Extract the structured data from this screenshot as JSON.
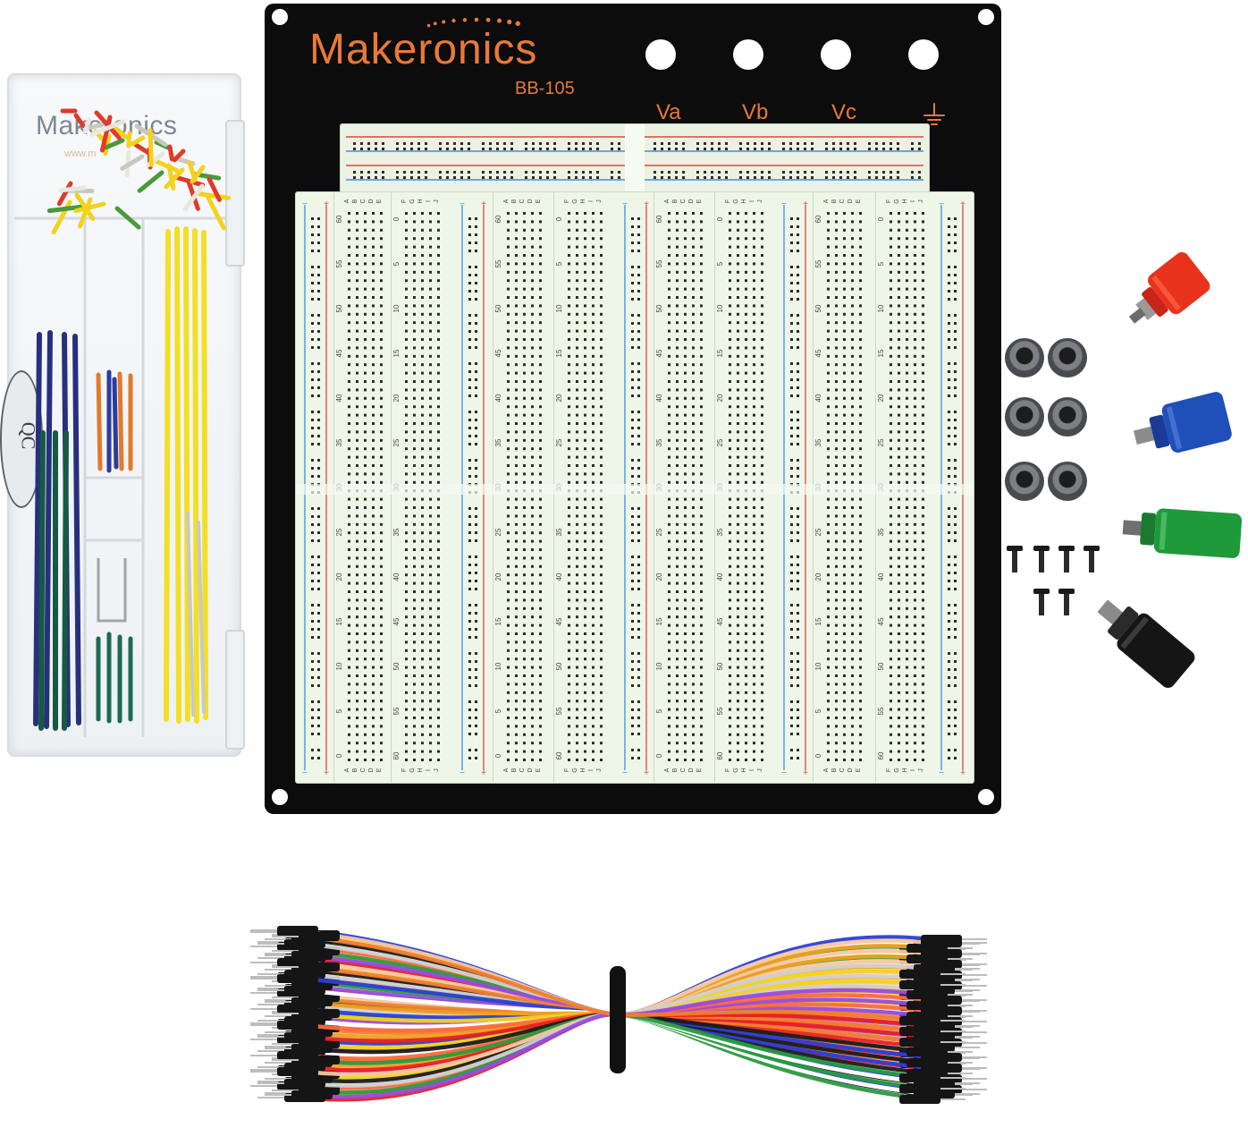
{
  "wire_box": {
    "brand": "Makeronics",
    "url": "www.m",
    "hinge_text": "QC"
  },
  "breadboard": {
    "brand": "Makeronics",
    "model": "BB-105",
    "posts": [
      "Va",
      "Vb",
      "Vc"
    ],
    "ground_icon": "ground-symbol-icon",
    "rail_signs": {
      "minus": "−",
      "plus": "+"
    },
    "strip_numbers_up": [
      "60",
      "55",
      "50",
      "45",
      "40",
      "35",
      "30",
      "25",
      "20",
      "15",
      "10",
      "5",
      "0"
    ],
    "strip_numbers_down": [
      "0",
      "5",
      "10",
      "15",
      "20",
      "25",
      "30",
      "35",
      "40",
      "45",
      "50",
      "55",
      "60"
    ],
    "row_letters_left": "ABCDE",
    "row_letters_right": "FGHIJ"
  },
  "colors": {
    "brand_orange": "#e9783a",
    "board_black": "#0c0c0c",
    "breadboard_cream": "#eef6e8",
    "rail_red": "#e0453a",
    "rail_blue": "#3d8fe0",
    "post_red": "#e8321c",
    "post_blue": "#1f4fb8",
    "post_green": "#1f9a3a",
    "post_black": "#151515"
  }
}
